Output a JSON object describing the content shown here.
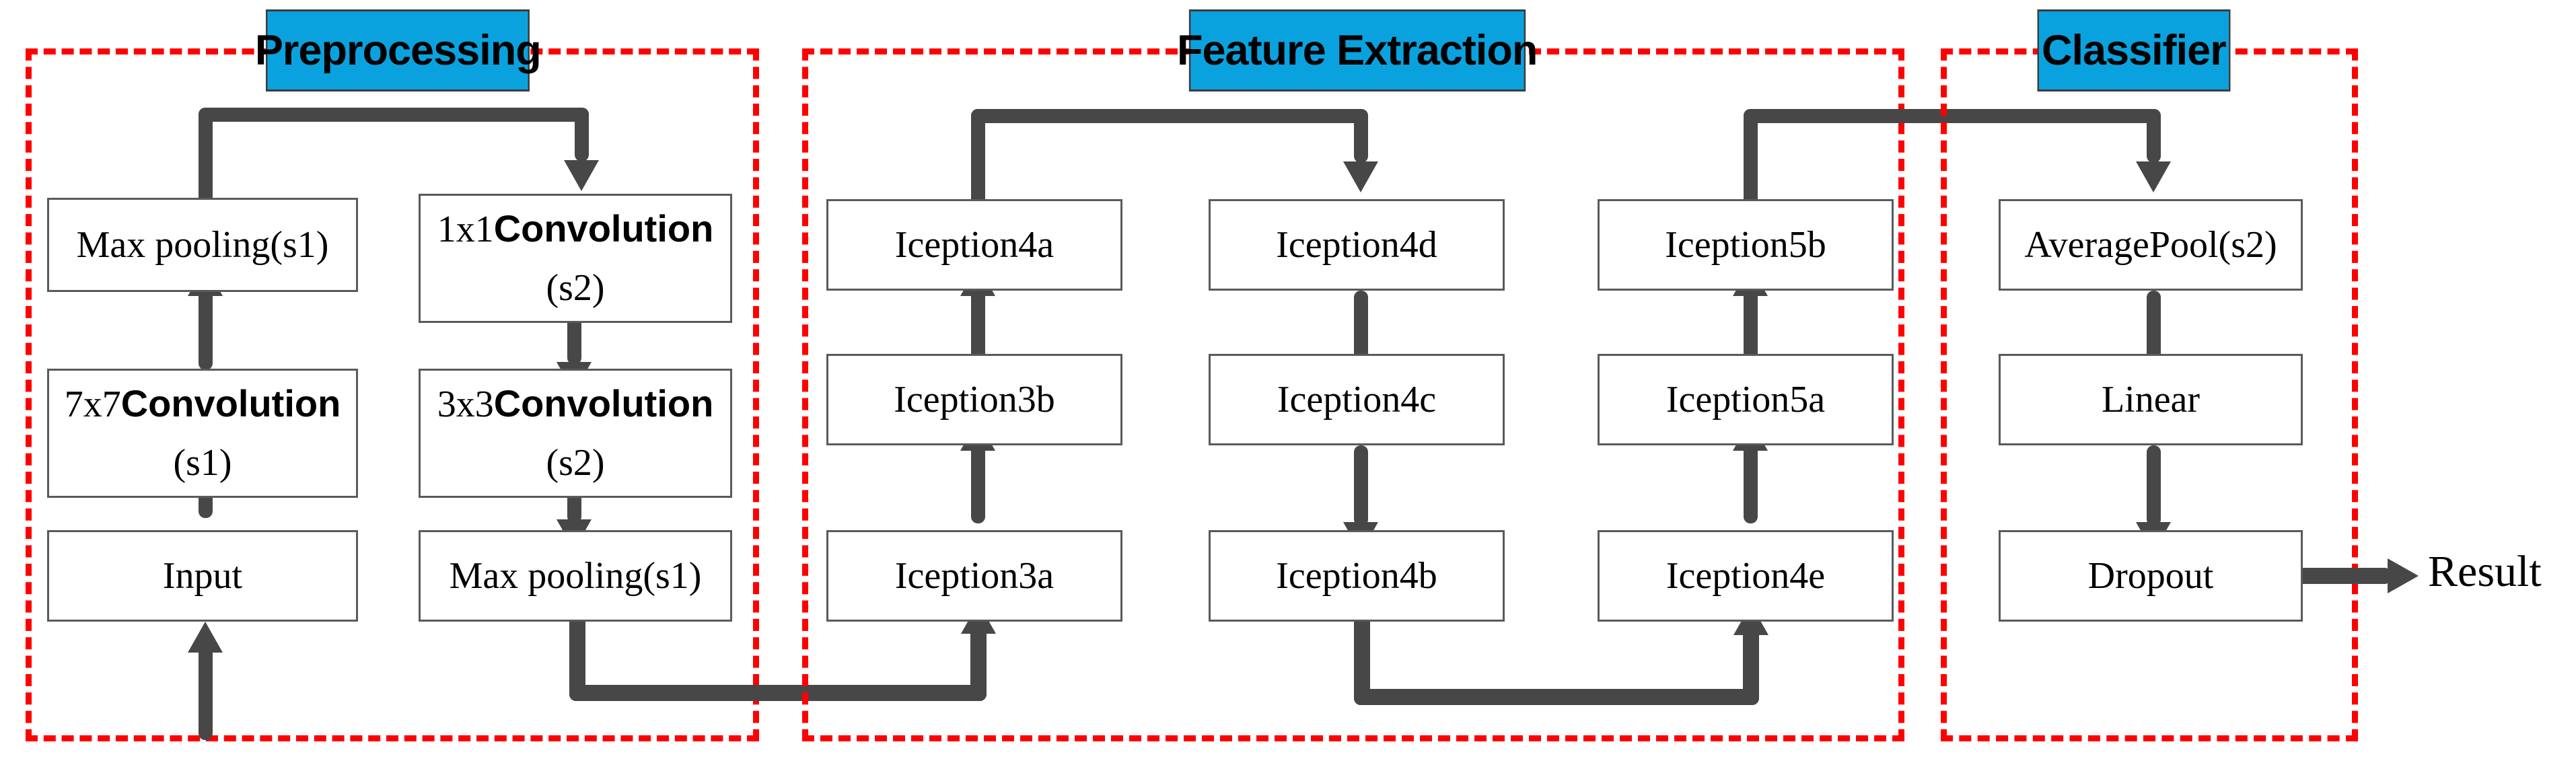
{
  "diagram": {
    "title": "GoogLeNet pipeline block diagram",
    "colors": {
      "group_frame": "#FF0000",
      "group_title_fill": "#0AA2DE",
      "node_border": "#5A5A5A",
      "connector": "#474747",
      "background": "#FFFFFF"
    }
  },
  "groups": [
    {
      "key": "preprocessing",
      "label": "Preprocessing"
    },
    {
      "key": "feature_extraction",
      "label": "Feature Extraction"
    },
    {
      "key": "classifier",
      "label": "Classifier"
    }
  ],
  "nodes": {
    "preprocessing": [
      {
        "id": "max-pooling-s1-top",
        "label": "Max pooling(s1)"
      },
      {
        "id": "conv-1x1-s2",
        "label": "1x1Convolution\n(s2)"
      },
      {
        "id": "conv-7x7-s1",
        "label": "7x7Convolution\n(s1)"
      },
      {
        "id": "conv-3x3-s2",
        "label": "3x3Convolution\n(s2)"
      },
      {
        "id": "input",
        "label": "Input"
      },
      {
        "id": "max-pooling-s1-bot",
        "label": "Max pooling(s1)"
      }
    ],
    "feature_extraction": [
      {
        "id": "iception4a",
        "label": "Iception4a"
      },
      {
        "id": "iception3b",
        "label": "Iception3b"
      },
      {
        "id": "iception3a",
        "label": "Iception3a"
      },
      {
        "id": "iception4d",
        "label": "Iception4d"
      },
      {
        "id": "iception4c",
        "label": "Iception4c"
      },
      {
        "id": "iception4b",
        "label": "Iception4b"
      },
      {
        "id": "iception5b",
        "label": "Iception5b"
      },
      {
        "id": "iception5a",
        "label": "Iception5a"
      },
      {
        "id": "iception4e",
        "label": "Iception4e"
      }
    ],
    "classifier": [
      {
        "id": "averagepool-s2",
        "label": "AveragePool(s2)"
      },
      {
        "id": "linear",
        "label": "Linear"
      },
      {
        "id": "dropout",
        "label": "Dropout"
      }
    ]
  },
  "output": {
    "label": "Result"
  },
  "flow": [
    "Input -> 7x7Convolution(s1) -> Max pooling(s1) -> 1x1Convolution(s2) -> 3x3Convolution(s2) -> Max pooling(s1)",
    "Max pooling(s1) -> Iception3a -> Iception3b -> Iception4a -> Iception4d -> Iception4c -> Iception4b",
    "Iception4b -> Iception4e -> Iception5a -> Iception5b -> AveragePool(s2) -> Linear -> Dropout -> Result"
  ]
}
